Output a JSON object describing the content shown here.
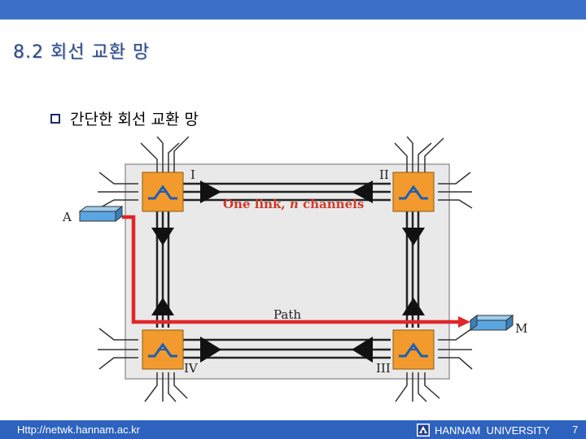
{
  "slide": {
    "title": "8.2 회선 교환 망",
    "bullet_text": "간단한 회선 교환 망"
  },
  "diagram": {
    "switch_labels": [
      "I",
      "II",
      "III",
      "IV"
    ],
    "link_label_part1": "One link, ",
    "link_label_n": "n",
    "link_label_part2": " channels",
    "path_label": "Path",
    "station_a": "A",
    "station_m": "M",
    "colors": {
      "switch_fill": "#f29a2e",
      "path": "#e0262a",
      "station": "#5aa6e0",
      "link_label": "#d23a2a",
      "frame": "#e9e9e9"
    }
  },
  "footer": {
    "url": "Http://netwk.hannam.ac.kr",
    "university": "HANNAM  UNIVERSITY",
    "page": "7"
  }
}
